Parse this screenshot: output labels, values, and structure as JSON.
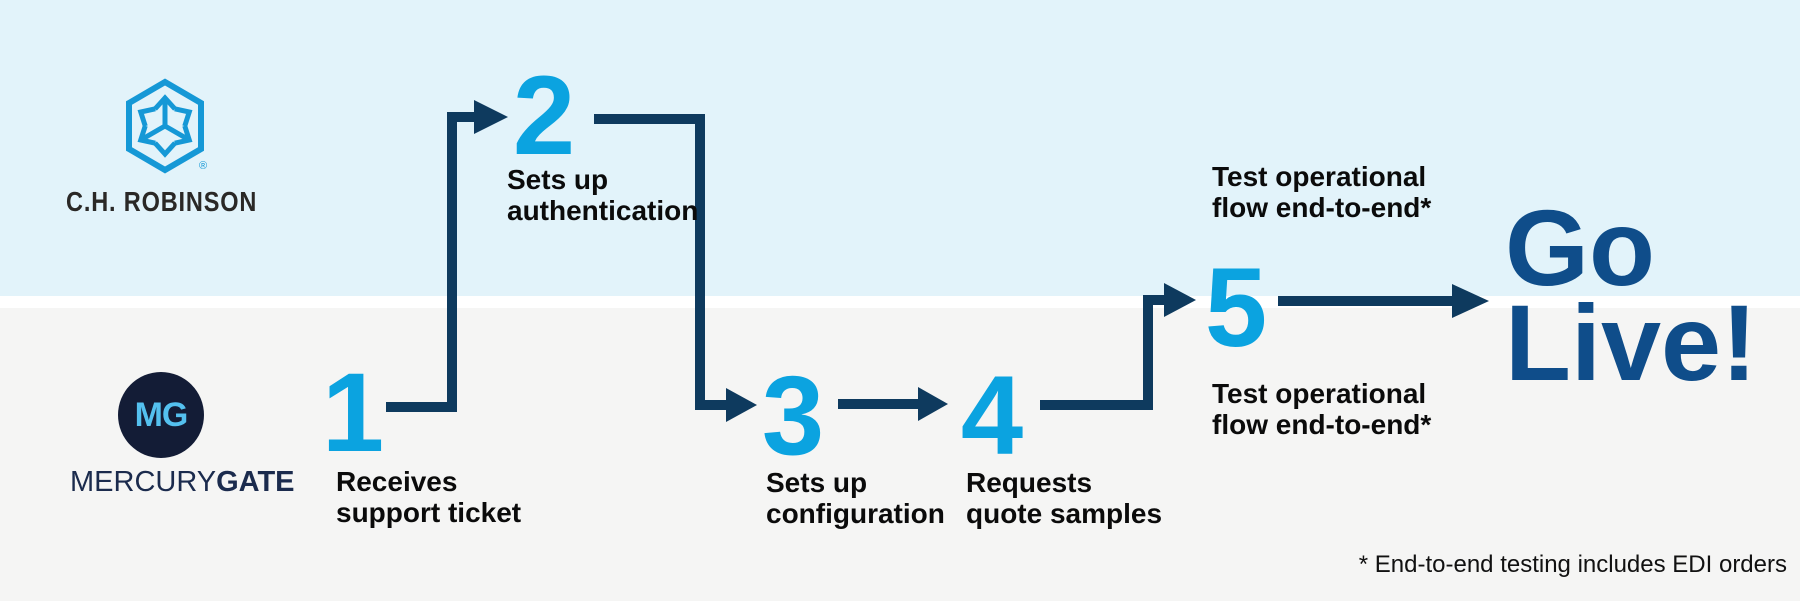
{
  "lanes": {
    "top": {
      "brand": "C.H. ROBINSON",
      "trademark": "®"
    },
    "bottom": {
      "brand_regular": "MERCURY",
      "brand_bold": "GATE",
      "monogram": "MG"
    }
  },
  "steps": [
    {
      "number": "1",
      "label": "Receives\nsupport ticket"
    },
    {
      "number": "2",
      "label": "Sets up\nauthentication"
    },
    {
      "number": "3",
      "label": "Sets up\nconfiguration"
    },
    {
      "number": "4",
      "label": "Requests\nquote samples"
    },
    {
      "number": "5",
      "label_above": "Test operational\nflow end-to-end*",
      "label_below": "Test operational\nflow end-to-end*"
    }
  ],
  "outcome": {
    "line1": "Go",
    "line2": "Live!"
  },
  "footnote": "* End-to-end testing includes EDI orders",
  "colors": {
    "step_number": "#0BA3E0",
    "connector": "#0E3A5E",
    "outcome_text": "#0F4D8A",
    "lane_top_bg": "#E2F3FA",
    "lane_bottom_bg": "#F5F5F4",
    "caption_text": "#0B0B0B",
    "chr_logo_blue": "#1598D6",
    "mg_circle_navy": "#131C36",
    "mg_monogram_blue": "#54C0EF",
    "mg_wordmark_navy": "#1B2B4D"
  }
}
